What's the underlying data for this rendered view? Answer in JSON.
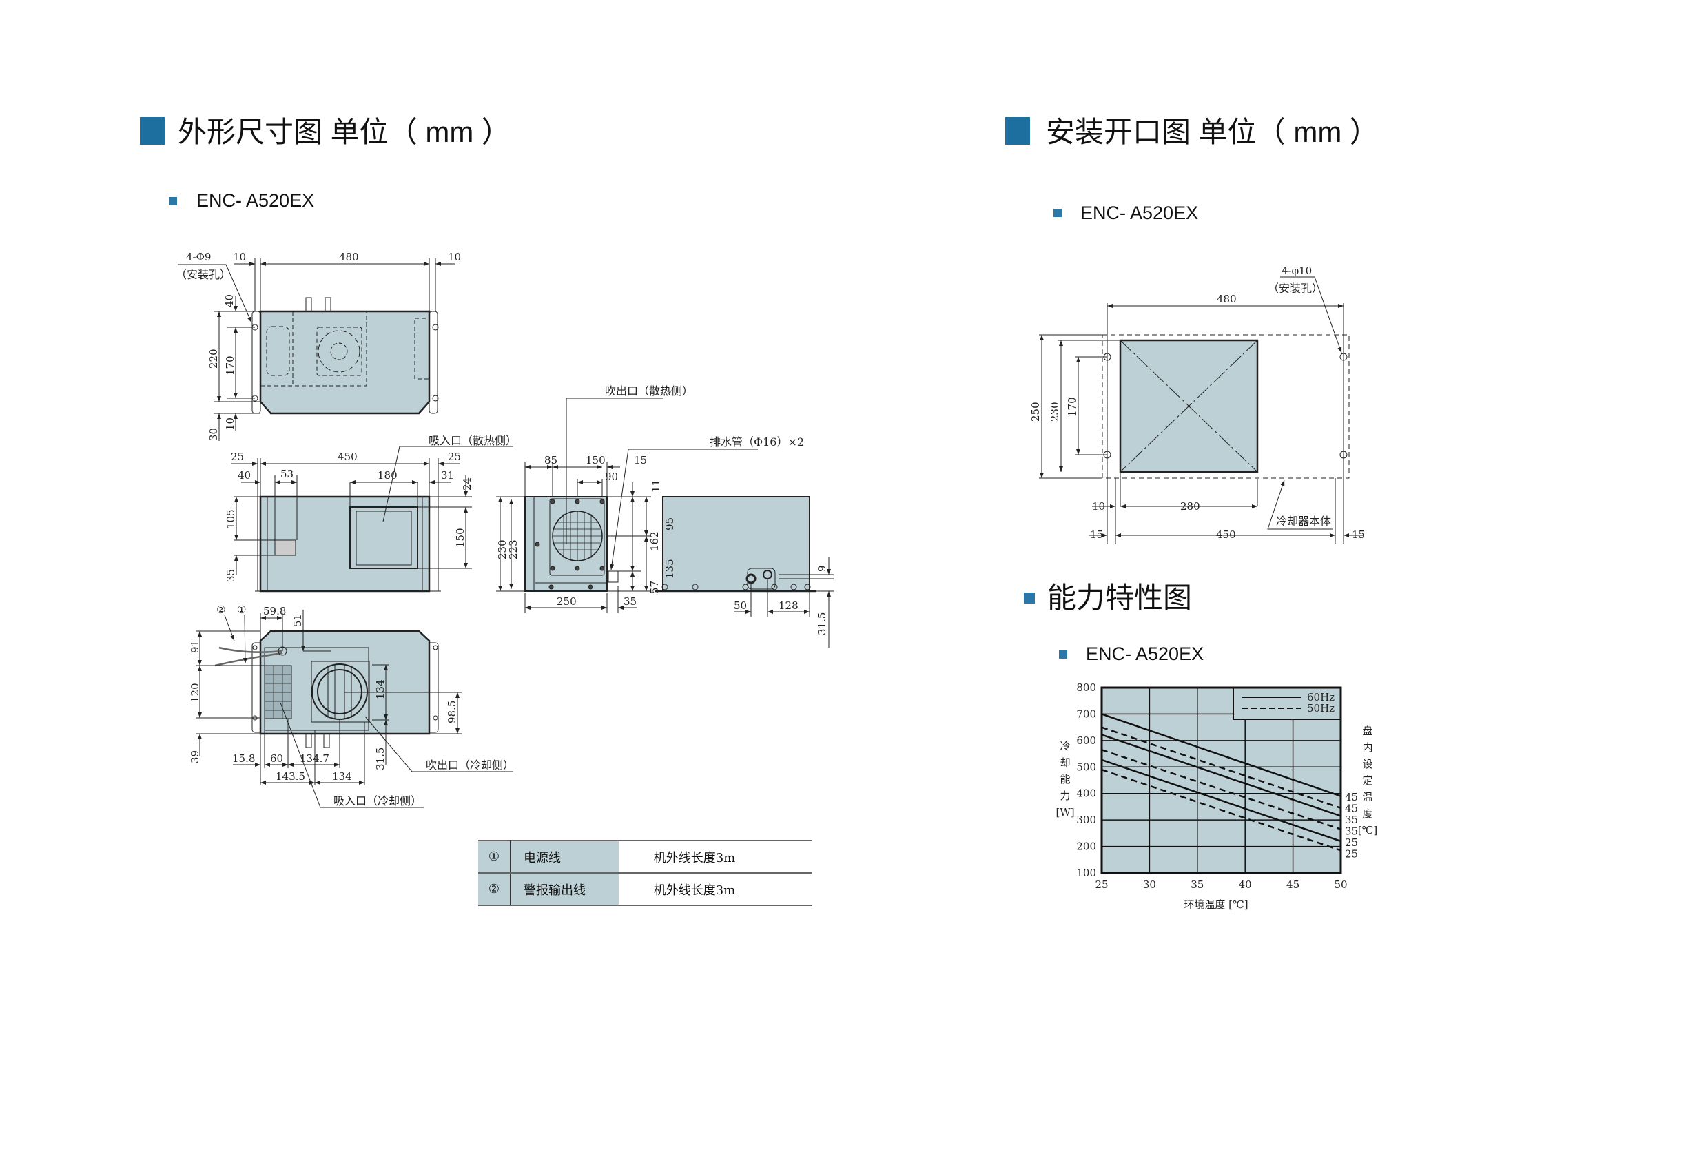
{
  "sections": {
    "outline": {
      "title": "外形尺寸图 单位（ mm ）",
      "model": "ENC- A520EX"
    },
    "cutout": {
      "title": "安装开口图 单位（ mm ）",
      "model": "ENC- A520EX"
    },
    "capacity": {
      "title": "能力特性图",
      "model": "ENC- A520EX"
    }
  },
  "top_view": {
    "dims": [
      "4-Φ9",
      "（安装孔）",
      "10",
      "480",
      "10",
      "40",
      "220",
      "170",
      "10",
      "30"
    ]
  },
  "front_view": {
    "dims": [
      "25",
      "450",
      "25",
      "40",
      "53",
      "180",
      "31",
      "24",
      "105",
      "35",
      "150"
    ],
    "callout": "吸入口（散热侧）"
  },
  "side_view": {
    "dims": [
      "85",
      "150",
      "15",
      "90",
      "230",
      "223",
      "11",
      "95",
      "162",
      "135",
      "57",
      "250",
      "35"
    ],
    "callouts": [
      "吹出口（散热侧）",
      "排水管（Φ16）×2"
    ]
  },
  "rear_view": {
    "dims": [
      "50",
      "128",
      "9",
      "31.5"
    ]
  },
  "bottom_view": {
    "dims": [
      "②",
      "①",
      "59.8",
      "51",
      "91",
      "120",
      "39",
      "134",
      "98.5",
      "31.5",
      "15.8",
      "60",
      "134.7",
      "143.5",
      "134"
    ],
    "callouts": [
      "吹出口（冷却侧）",
      "吸入口（冷却侧）"
    ]
  },
  "cable_table": {
    "rows": [
      {
        "num": "①",
        "name": "电源线",
        "value": "机外线长度3m"
      },
      {
        "num": "②",
        "name": "警报输出线",
        "value": "机外线长度3m"
      }
    ]
  },
  "cutout_view": {
    "dims": [
      "4-φ10",
      "（安装孔）",
      "480",
      "250",
      "230",
      "170",
      "10",
      "280",
      "15",
      "450",
      "15"
    ],
    "callout": "冷却器本体"
  },
  "chart_data": {
    "type": "line",
    "title": "",
    "xlabel": "环境温度 [℃]",
    "ylabel": [
      "冷",
      "却",
      "能",
      "力",
      "[W]"
    ],
    "right_label": [
      "盘",
      "内",
      "设",
      "定",
      "温",
      "度",
      "[℃]"
    ],
    "xlim": [
      25,
      50
    ],
    "ylim": [
      100,
      800
    ],
    "xticks": [
      "25",
      "30",
      "35",
      "40",
      "45",
      "50"
    ],
    "yticks": [
      "100",
      "200",
      "300",
      "400",
      "500",
      "600",
      "700",
      "800"
    ],
    "grid": true,
    "legend": {
      "placement": "top-right",
      "entries": [
        {
          "label": "60Hz",
          "style": "solid"
        },
        {
          "label": "50Hz",
          "style": "dashed"
        }
      ]
    },
    "x": [
      25,
      50
    ],
    "series": [
      {
        "name": "60Hz 45℃",
        "end_label": "45",
        "style": "solid",
        "values": [
          700,
          390
        ]
      },
      {
        "name": "50Hz 45℃",
        "end_label": "45",
        "style": "dashed",
        "values": [
          650,
          345
        ]
      },
      {
        "name": "60Hz 35℃",
        "end_label": "35",
        "style": "solid",
        "values": [
          622,
          315
        ]
      },
      {
        "name": "50Hz 35℃",
        "end_label": "35",
        "style": "dashed",
        "values": [
          565,
          265
        ]
      },
      {
        "name": "60Hz 25℃",
        "end_label": "25",
        "style": "solid",
        "values": [
          527,
          220
        ]
      },
      {
        "name": "50Hz 25℃",
        "end_label": "25",
        "style": "dashed",
        "values": [
          490,
          185
        ]
      }
    ],
    "colors": {
      "plot_bg": "#bcd0d5",
      "line": "#111111"
    }
  }
}
